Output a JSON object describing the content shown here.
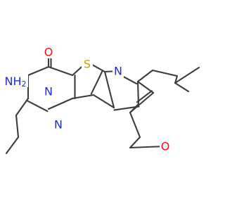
{
  "molecule": {
    "atoms": {
      "O_carbonyl": {
        "symbol": "O",
        "color": "#ff0d0d"
      },
      "S_ring": {
        "symbol": "S",
        "color": "#c9a400"
      },
      "N_pyridine": {
        "symbol": "N",
        "color": "#1f2bd6"
      },
      "N_ring3": {
        "symbol": "N",
        "color": "#1f2bd6"
      },
      "N_ring1": {
        "symbol": "N",
        "color": "#1f2bd6"
      },
      "N_amino": {
        "symbol": "NH",
        "subscript": "2",
        "color": "#1f2bd6"
      },
      "O_pyran": {
        "symbol": "O",
        "color": "#ff0d0d"
      }
    },
    "bond_color": "#3d3d3d"
  }
}
